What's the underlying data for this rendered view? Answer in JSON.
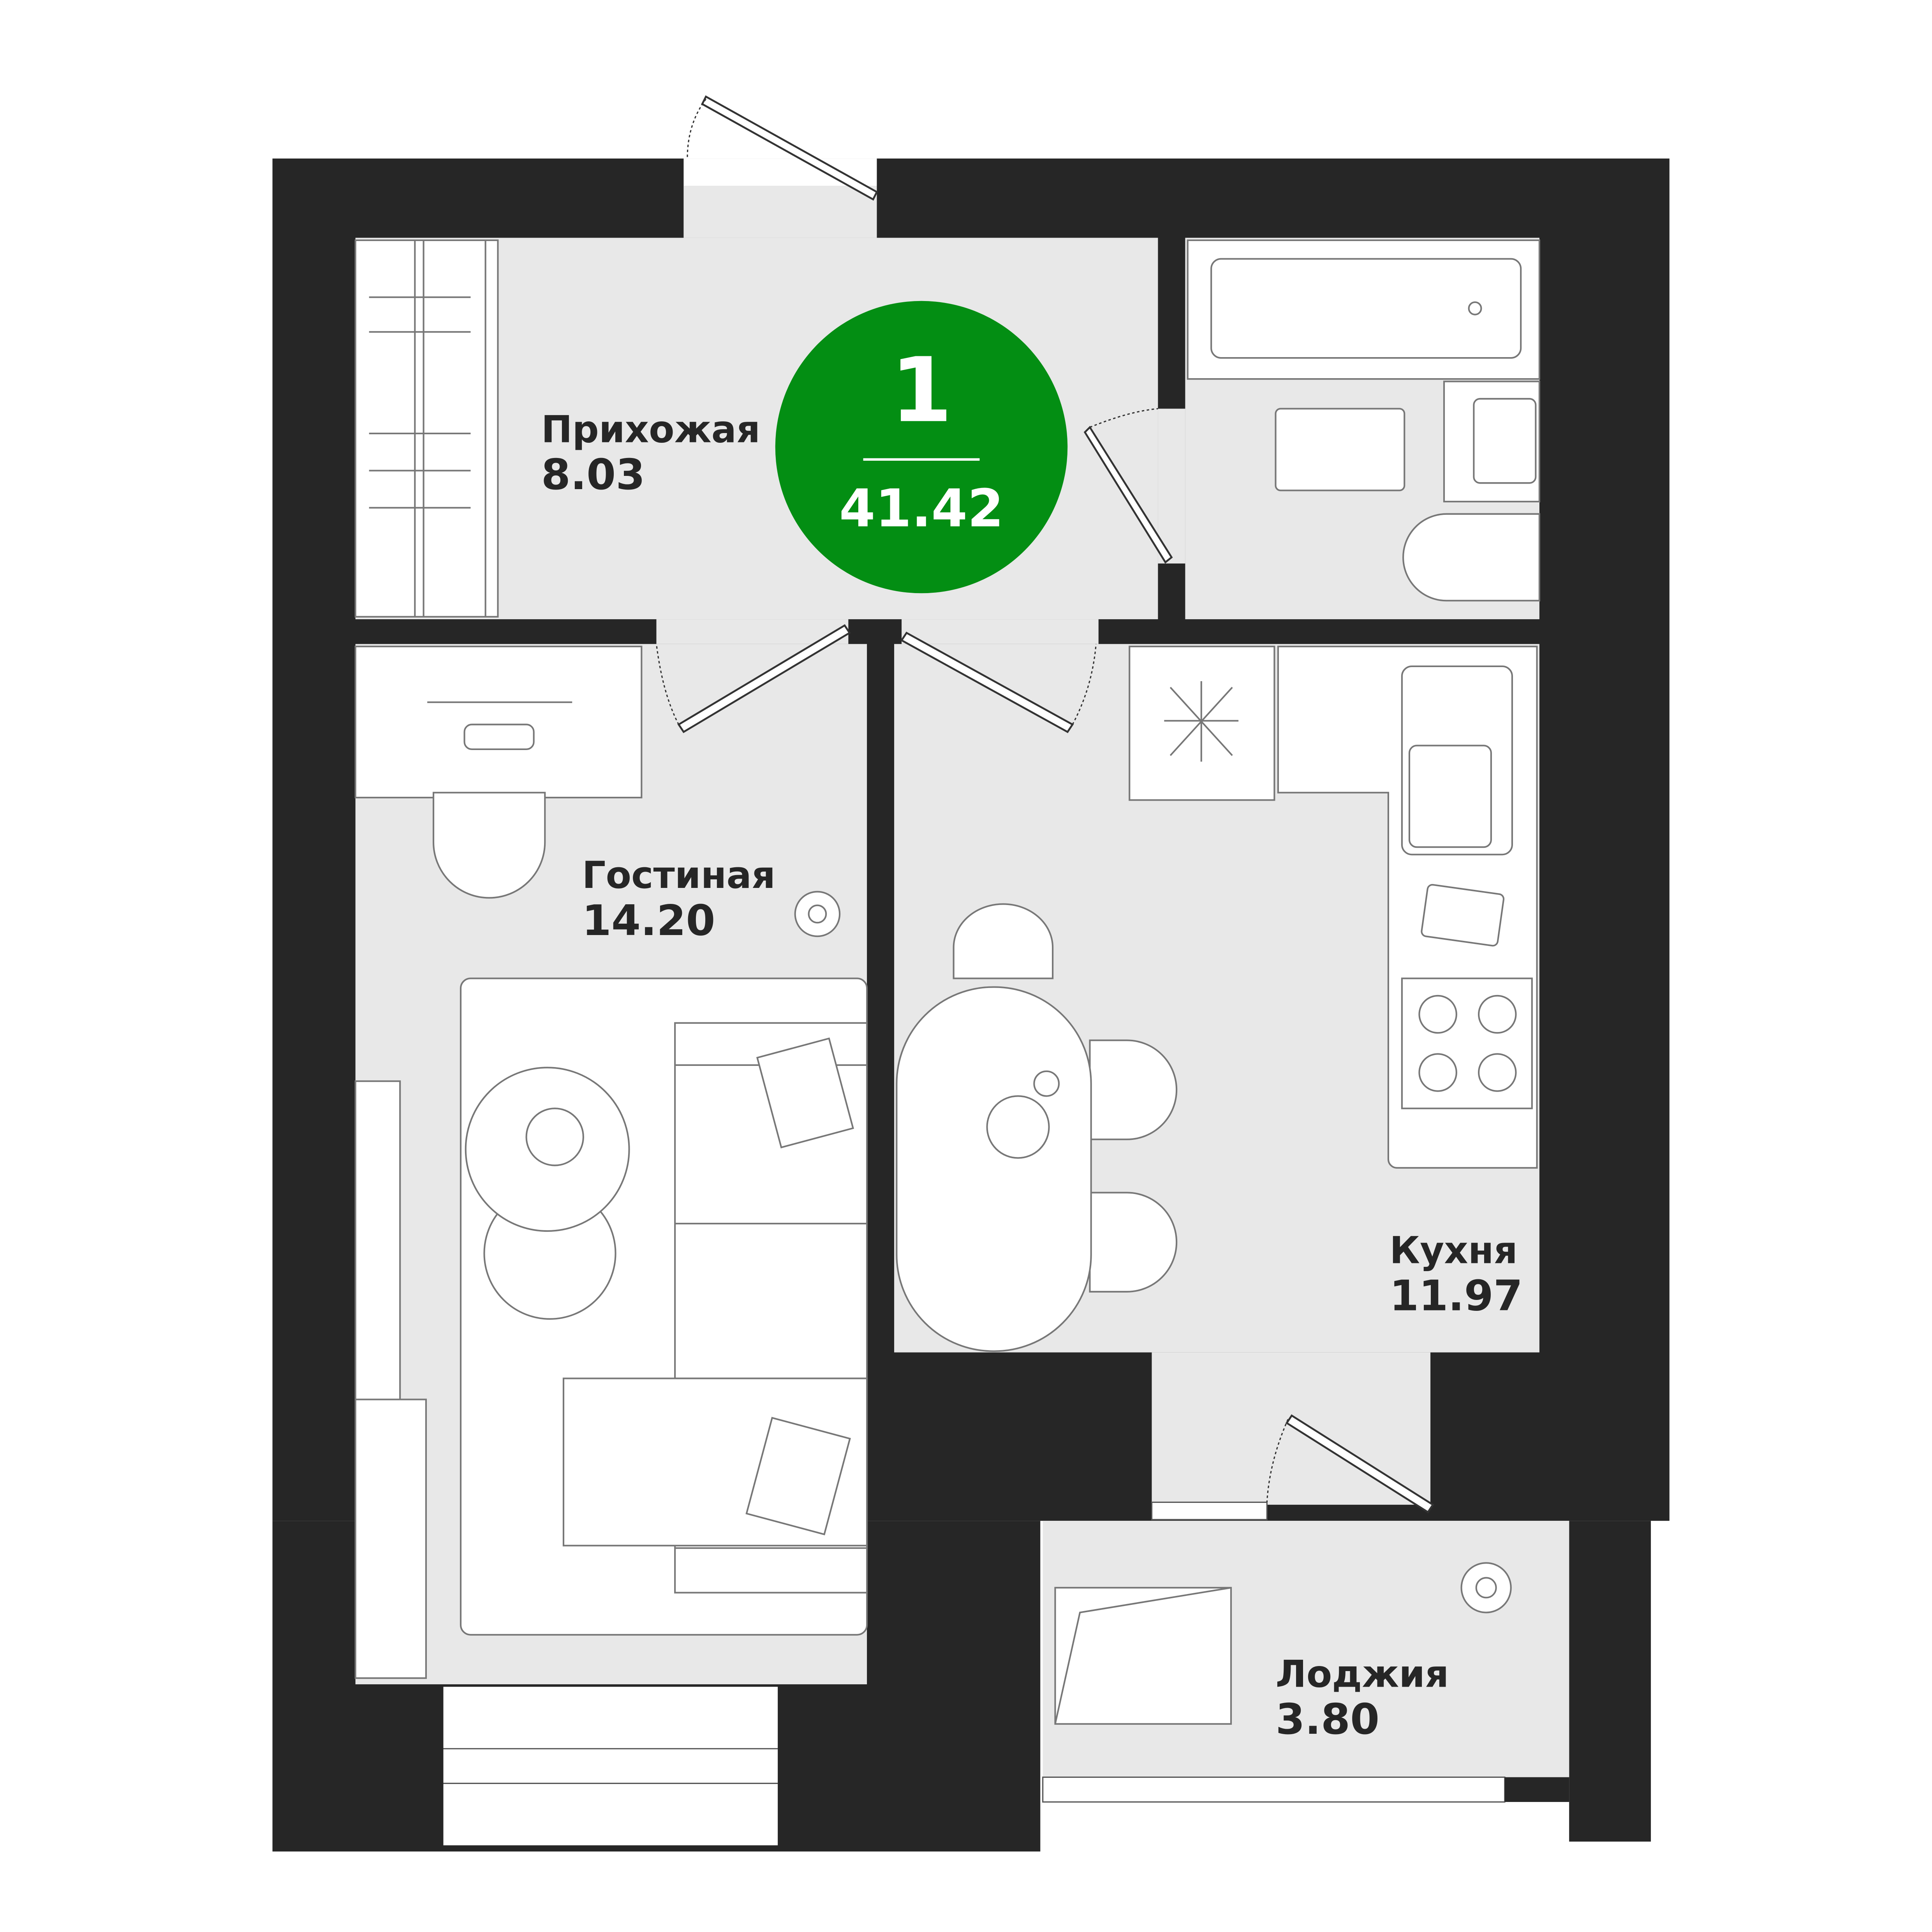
{
  "badge": {
    "rooms": "1",
    "total_area": "41.42",
    "color": "#038E13"
  },
  "rooms": [
    {
      "name": "Прихожая",
      "area": "8.03"
    },
    {
      "name": "Гостиная",
      "area": "14.20"
    },
    {
      "name": "Кухня",
      "area": "11.97"
    },
    {
      "name": "Лоджия",
      "area": "3.80"
    }
  ],
  "colors": {
    "wall": "#262626",
    "floor": "#E8E8E8",
    "furniture": "#FFFFFF"
  }
}
